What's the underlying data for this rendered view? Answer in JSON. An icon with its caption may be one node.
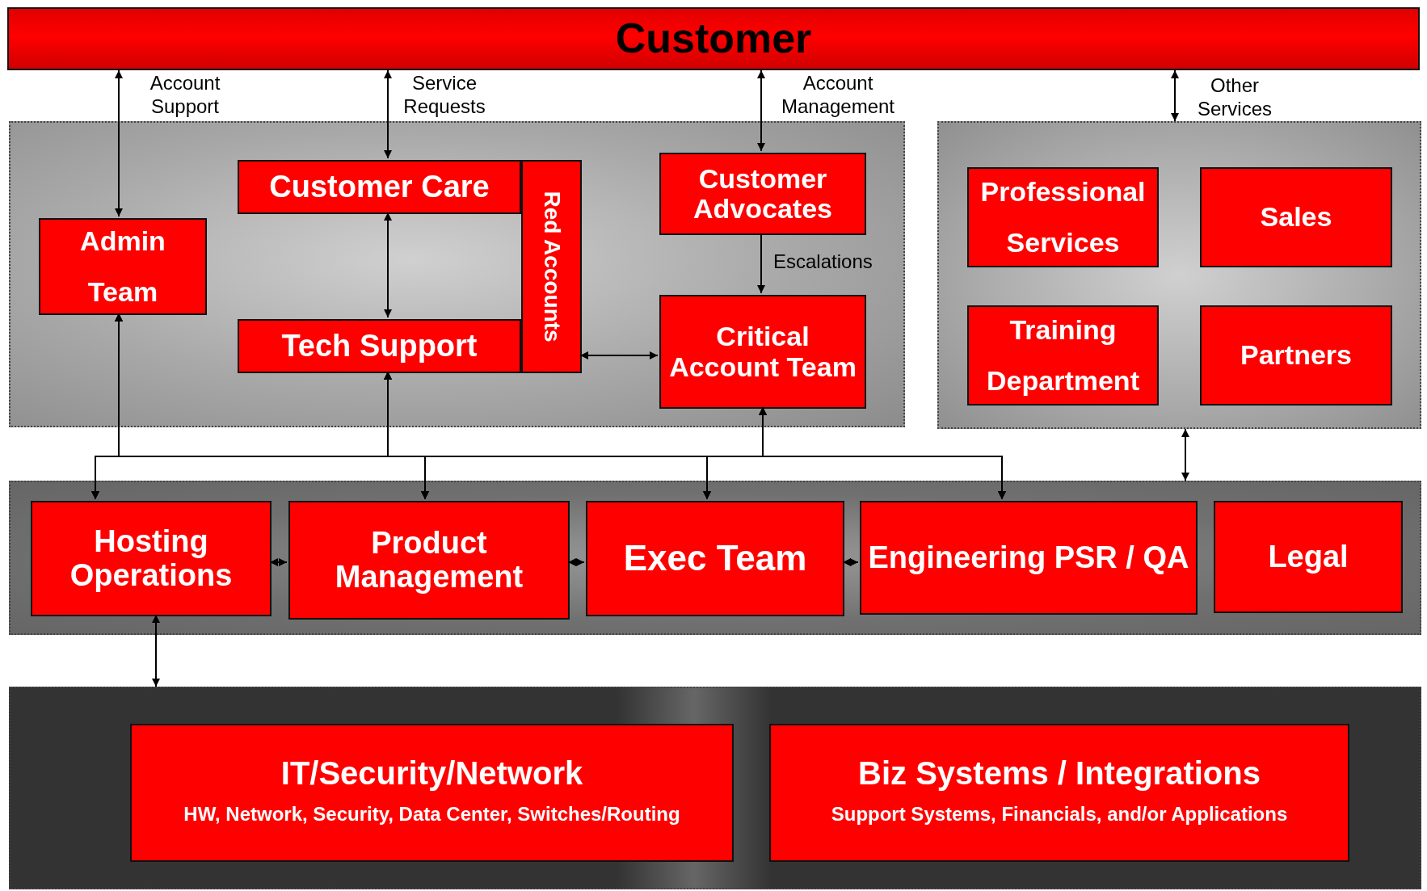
{
  "diagram": {
    "nodes": [
      {
        "text": [
          "Customer"
        ]
      },
      {
        "text": [],
        "shape": "box"
      },
      {
        "text": [
          "Admin Team"
        ],
        "in": 1
      },
      {
        "text": [
          "Customer Care"
        ],
        "in": 1
      },
      {
        "text": [
          "Red Accounts"
        ],
        "in": 1
      },
      {
        "text": [
          "Tech Support"
        ],
        "in": 1
      },
      {
        "text": [
          "Customer Advocates"
        ],
        "in": 1
      },
      {
        "text": [
          "Critical Account Team"
        ],
        "in": 1
      },
      {
        "text": [],
        "shape": "box"
      },
      {
        "text": [
          "Professional Services"
        ],
        "in": 8
      },
      {
        "text": [
          "Sales"
        ],
        "in": 8
      },
      {
        "text": [
          "Training Department"
        ],
        "in": 8
      },
      {
        "text": [
          "Partners"
        ],
        "in": 8
      },
      {
        "text": [],
        "shape": "box"
      },
      {
        "text": [
          "Hosting Operations"
        ],
        "in": 13
      },
      {
        "text": [
          "Product Management"
        ],
        "in": 13
      },
      {
        "text": [
          "Exec Team"
        ],
        "in": 13
      },
      {
        "text": [
          "Engineering PSR / QA"
        ],
        "in": 13
      },
      {
        "text": [
          "Legal"
        ],
        "in": 13
      },
      {
        "text": [],
        "shape": "box"
      },
      {
        "text": [
          "IT/Security/Network",
          "HW, Network, Security, Data Center, Switches/Routing"
        ],
        "in": 19
      },
      {
        "text": [
          "Biz Systems / Integrations",
          "Support Systems, Financials, and/or Applications"
        ],
        "in": 19
      }
    ],
    "edges": [
      {
        "from": 0,
        "to": 2,
        "arrow": "both",
        "label": "Account Support"
      },
      {
        "from": 0,
        "to": 3,
        "arrow": "both",
        "label": "Service Requests"
      },
      {
        "from": 0,
        "to": 6,
        "arrow": "both",
        "label": "Account Management"
      },
      {
        "from": 0,
        "to": 8,
        "arrow": "both",
        "label": "Other Services"
      },
      {
        "from": 3,
        "to": 5,
        "arrow": "both"
      },
      {
        "from": 6,
        "to": 7,
        "arrow": "to",
        "label": "Escalations"
      },
      {
        "from": 4,
        "to": 7,
        "arrow": "both"
      },
      {
        "from": 2,
        "to": 14,
        "arrow": "both"
      },
      {
        "from": 2,
        "to": 15,
        "arrow": "both"
      },
      {
        "from": 2,
        "to": 16,
        "arrow": "both"
      },
      {
        "from": 2,
        "to": 17,
        "arrow": "both"
      },
      {
        "from": 5,
        "to": 14,
        "arrow": "both"
      },
      {
        "from": 5,
        "to": 15,
        "arrow": "both"
      },
      {
        "from": 5,
        "to": 16,
        "arrow": "both"
      },
      {
        "from": 5,
        "to": 17,
        "arrow": "both"
      },
      {
        "from": 7,
        "to": 14,
        "arrow": "both"
      },
      {
        "from": 7,
        "to": 15,
        "arrow": "both"
      },
      {
        "from": 7,
        "to": 16,
        "arrow": "both"
      },
      {
        "from": 7,
        "to": 17,
        "arrow": "both"
      },
      {
        "from": 14,
        "to": 15,
        "arrow": "both"
      },
      {
        "from": 15,
        "to": 16,
        "arrow": "both"
      },
      {
        "from": 16,
        "to": 17,
        "arrow": "both"
      },
      {
        "from": 8,
        "to": 13,
        "arrow": "both"
      },
      {
        "from": 14,
        "to": 19,
        "arrow": "both"
      }
    ]
  }
}
